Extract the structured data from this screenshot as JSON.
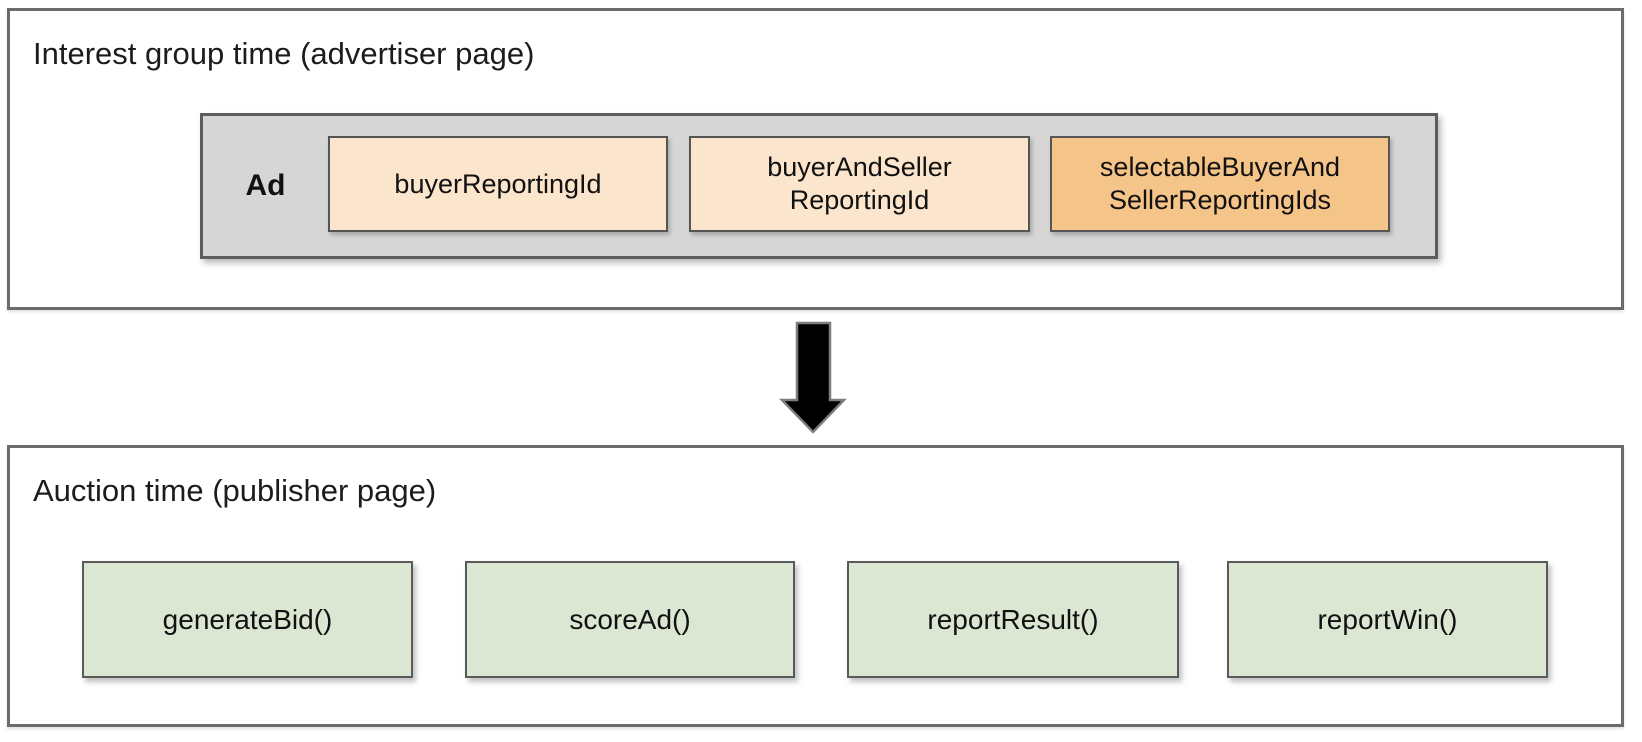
{
  "diagram": {
    "top_panel": {
      "title": "Interest group time (advertiser page)",
      "ad_group": {
        "label": "Ad",
        "boxes": [
          {
            "lines": [
              "buyerReportingId"
            ]
          },
          {
            "lines": [
              "buyerAndSeller",
              "ReportingId"
            ]
          },
          {
            "lines": [
              "selectableBuyerAnd",
              "SellerReportingIds"
            ]
          }
        ]
      }
    },
    "arrow": {
      "icon": "down-arrow-icon"
    },
    "bottom_panel": {
      "title": "Auction time (publisher page)",
      "functions": [
        "generateBid()",
        "scoreAd()",
        "reportResult()",
        "reportWin()"
      ]
    },
    "colors": {
      "panel_border": "#6b6b6b",
      "ad_container_fill": "#d6d6d6",
      "reporting_id_fill": "#fbe5cc",
      "selectable_reporting_id_fill": "#f5c489",
      "function_box_fill": "#dbe7d2",
      "box_border": "#555555",
      "arrow_fill": "#000000",
      "text": "#1c1c1c"
    }
  }
}
